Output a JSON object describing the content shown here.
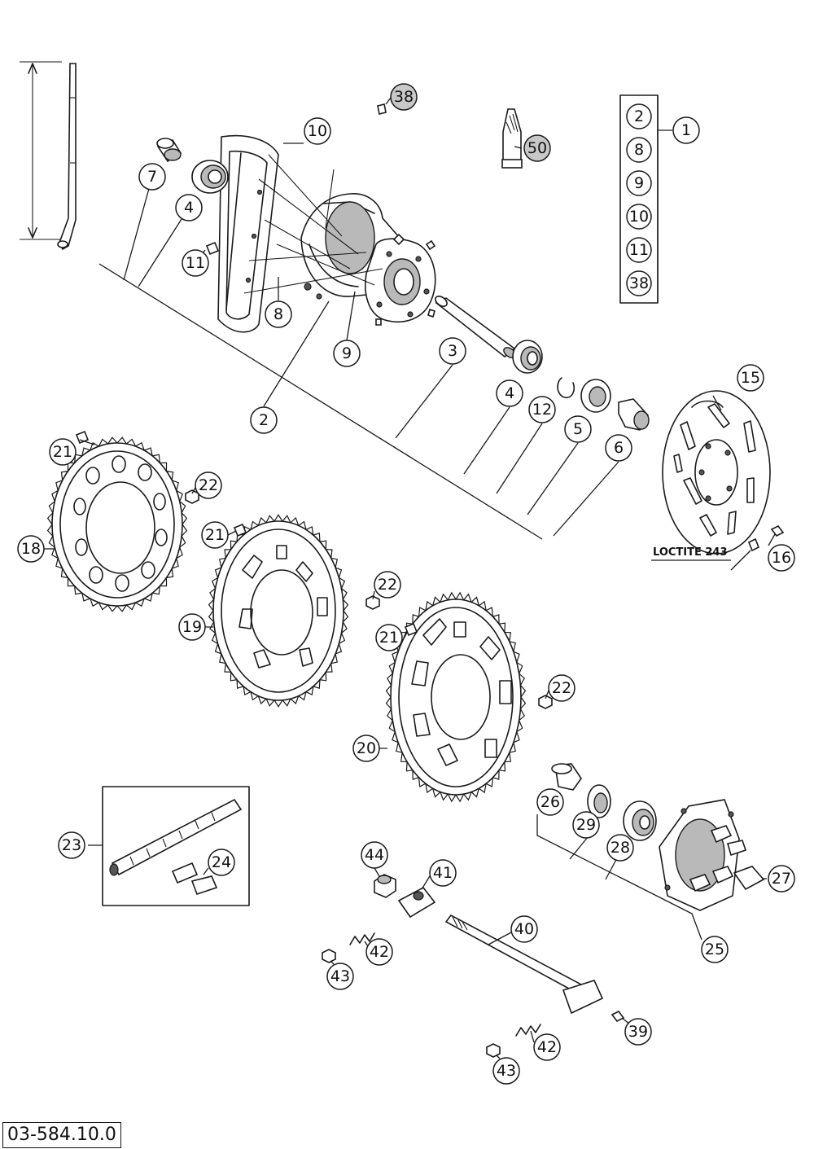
{
  "diagram": {
    "reference_number": "03-584.10.0",
    "note": "LOCTITE 243",
    "kit": {
      "label": "1",
      "contents": [
        "2",
        "8",
        "9",
        "10",
        "11",
        "38"
      ]
    },
    "part_labels": {
      "p7": "7",
      "p4a": "4",
      "p10": "10",
      "p11": "11",
      "p8": "8",
      "p9": "9",
      "p2": "2",
      "p38": "38",
      "p50": "50",
      "p3": "3",
      "p4b": "4",
      "p12": "12",
      "p5": "5",
      "p6": "6",
      "p15": "15",
      "p16": "16",
      "p21a": "21",
      "p22a": "22",
      "p18": "18",
      "p21b": "21",
      "p22b": "22",
      "p19": "19",
      "p21c": "21",
      "p22c": "22",
      "p20": "20",
      "p23": "23",
      "p24": "24",
      "p26": "26",
      "p29": "29",
      "p28": "28",
      "p27": "27",
      "p25": "25",
      "p44": "44",
      "p41": "41",
      "p40": "40",
      "p42a": "42",
      "p43a": "43",
      "p39": "39",
      "p42b": "42",
      "p43b": "43"
    },
    "icons": {
      "spoke": "spoke-icon",
      "rim": "rim-icon",
      "hub": "hub-icon",
      "bearing": "bearing-icon",
      "axle": "axle-icon",
      "sprocket": "sprocket-icon",
      "brake_disc": "brake-disc-icon",
      "chain": "chain-icon",
      "bolt": "bolt-icon",
      "nut": "nut-icon",
      "spring": "spring-icon"
    }
  }
}
